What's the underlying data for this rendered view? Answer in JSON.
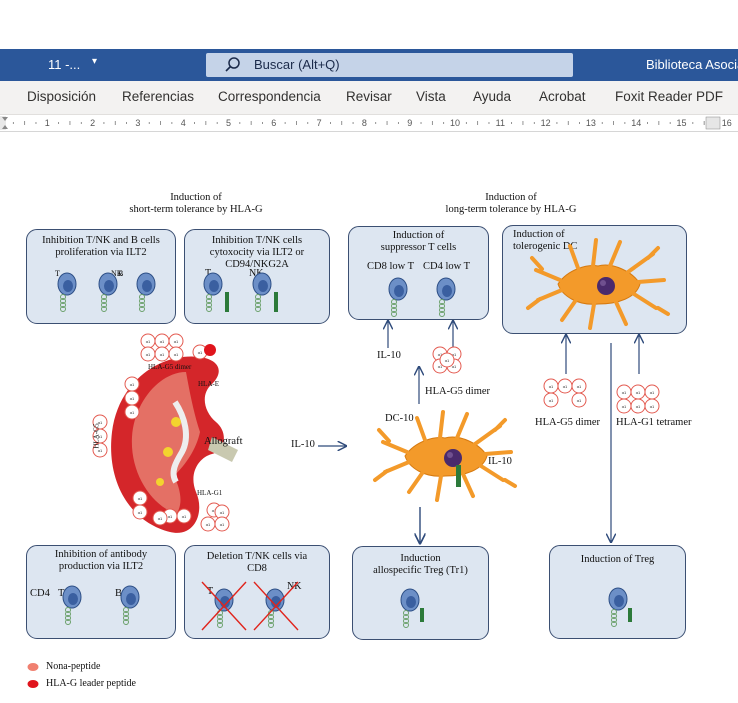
{
  "window": {
    "doc_name": "11 -...",
    "search_placeholder": "Buscar (Alt+Q)",
    "title_right": "Biblioteca Asociac"
  },
  "ribbon": {
    "tabs": [
      "Disposición",
      "Referencias",
      "Correspondencia",
      "Revisar",
      "Vista",
      "Ayuda",
      "Acrobat",
      "Foxit Reader PDF"
    ]
  },
  "ruler": {
    "numbers": [
      "1",
      "2",
      "3",
      "4",
      "5",
      "6",
      "7",
      "8",
      "9",
      "10",
      "11",
      "12",
      "13",
      "14",
      "15",
      "16"
    ]
  },
  "figure": {
    "short_term_title": "Induction of\nshort-term tolerance by HLA-G",
    "long_term_title": "Induction of\nlong-term tolerance by HLA-G",
    "box1": {
      "title": "Inhibition T/NK and B cells\nproliferation via ILT2",
      "cells": [
        "T",
        "NK",
        "B"
      ]
    },
    "box2": {
      "title": "Inhibition T/NK cells\ncytoxocity via ILT2 or\nCD94/NKG2A",
      "cells": [
        "T",
        "NK"
      ]
    },
    "box3": {
      "title": "Induction of\nsuppressor T cells",
      "cells": [
        "CD8 low T",
        "CD4 low T"
      ]
    },
    "box4": {
      "title": "Induction of\ntolerogenic DC"
    },
    "box5": {
      "title": "Inhibition of antibody\nproduction via ILT2",
      "cells": [
        "CD4",
        "T",
        "B"
      ]
    },
    "box6": {
      "title": "Deletion T/NK cells via\nCD8",
      "cells": [
        "T",
        "NK"
      ]
    },
    "box7": {
      "title": "Induction\nallospecific Treg (Tr1)"
    },
    "box8": {
      "title": "Induction of Treg"
    },
    "labels": {
      "il10_a": "IL-10",
      "il10_b": "IL-10",
      "il10_c": "IL-10",
      "dc10": "DC-10",
      "hla_g5_dimer_mid": "HLA-G5 dimer",
      "hla_g5_dimer_right": "HLA-G5 dimer",
      "hla_g1_tetramer": "HLA-G1 tetramer",
      "allograft": "Allograft",
      "hla_g5_dimer_kidney": "HLA-G5 dimer",
      "hla_e": "HLA-E",
      "hla_g1": "HLA-G1",
      "hla_g5": "HLA-G5"
    },
    "legend": [
      {
        "label": "Nona-peptide",
        "color": "#f08070"
      },
      {
        "label": "HLA-G leader peptide",
        "color": "#e0141c"
      }
    ]
  }
}
